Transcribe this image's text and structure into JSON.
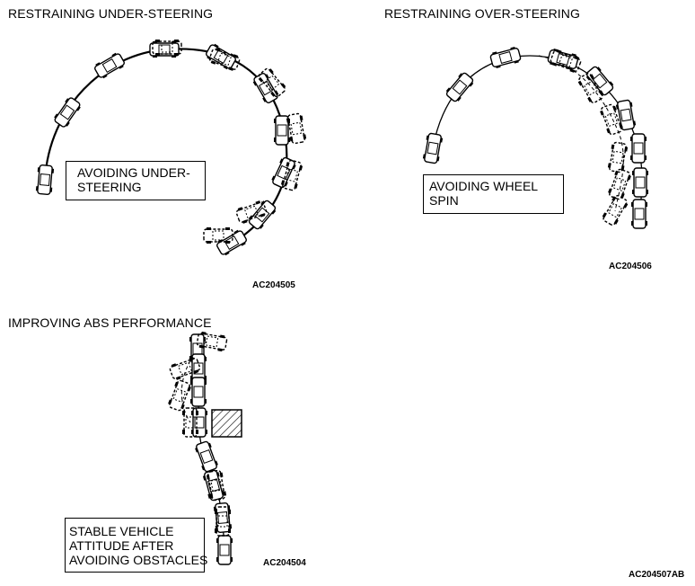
{
  "panels": {
    "under": {
      "heading": "RESTRAINING UNDER-STEERING",
      "box_lines": [
        "AVOIDING UNDER-",
        "STEERING"
      ],
      "code": "AC204505"
    },
    "over": {
      "heading": "RESTRAINING OVER-STEERING",
      "box_lines": [
        "AVOIDING WHEEL",
        "SPIN"
      ],
      "code": "AC204506"
    },
    "abs": {
      "heading": "IMPROVING ABS PERFORMANCE",
      "box_lines": [
        "STABLE VEHICLE",
        "ATTITUDE AFTER",
        "AVOIDING OBSTACLES"
      ],
      "code": "AC204504"
    }
  },
  "figure_code": "AC204507AB",
  "icons": [
    "car-icon",
    "ghost-car-icon",
    "obstacle-icon"
  ]
}
